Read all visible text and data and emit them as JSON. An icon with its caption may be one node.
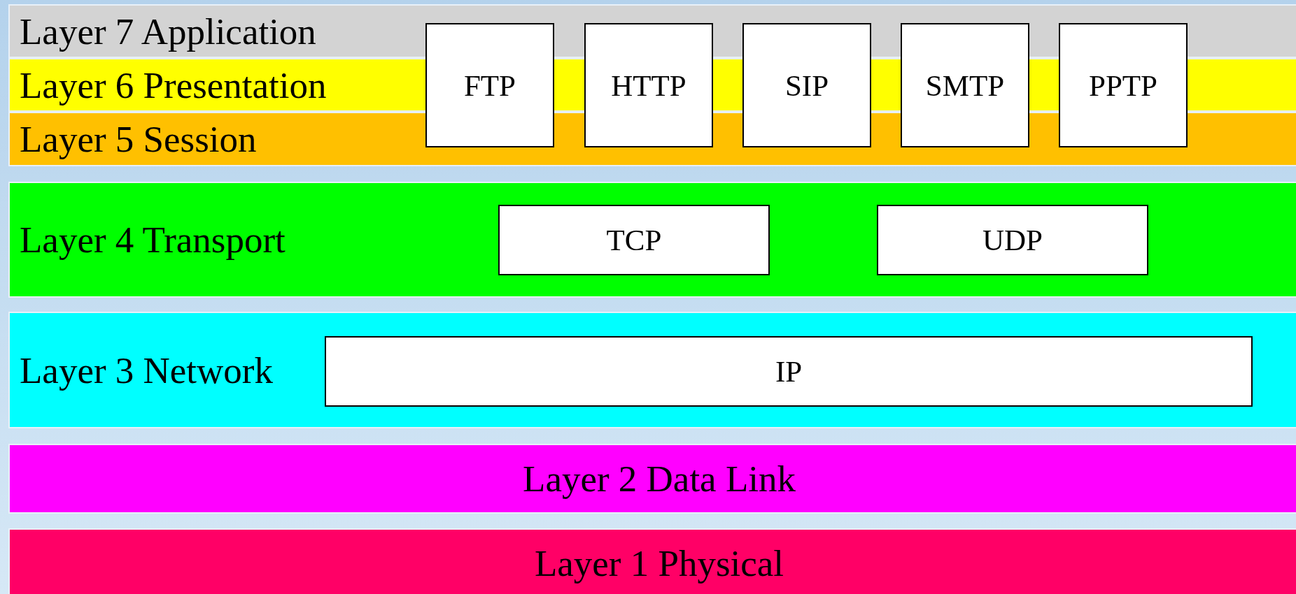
{
  "diagram": {
    "nodes": [
      {
        "text": [
          "Layer 7 Application"
        ]
      },
      {
        "text": [
          "Layer 6 Presentation"
        ]
      },
      {
        "text": [
          "Layer 5 Session"
        ]
      },
      {
        "text": [
          "FTP"
        ]
      },
      {
        "text": [
          "HTTP"
        ]
      },
      {
        "text": [
          "SIP"
        ]
      },
      {
        "text": [
          "SMTP"
        ]
      },
      {
        "text": [
          "PPTP"
        ]
      },
      {
        "text": [
          "Layer 4 Transport"
        ]
      },
      {
        "text": [
          "TCP"
        ],
        "in": 8
      },
      {
        "text": [
          "UDP"
        ],
        "in": 8
      },
      {
        "text": [
          "Layer 3 Network"
        ]
      },
      {
        "text": [
          "IP"
        ],
        "in": 11
      },
      {
        "text": [
          "Layer 2 Data Link"
        ]
      },
      {
        "text": [
          "Layer 1 Physical"
        ]
      }
    ],
    "edges": []
  }
}
